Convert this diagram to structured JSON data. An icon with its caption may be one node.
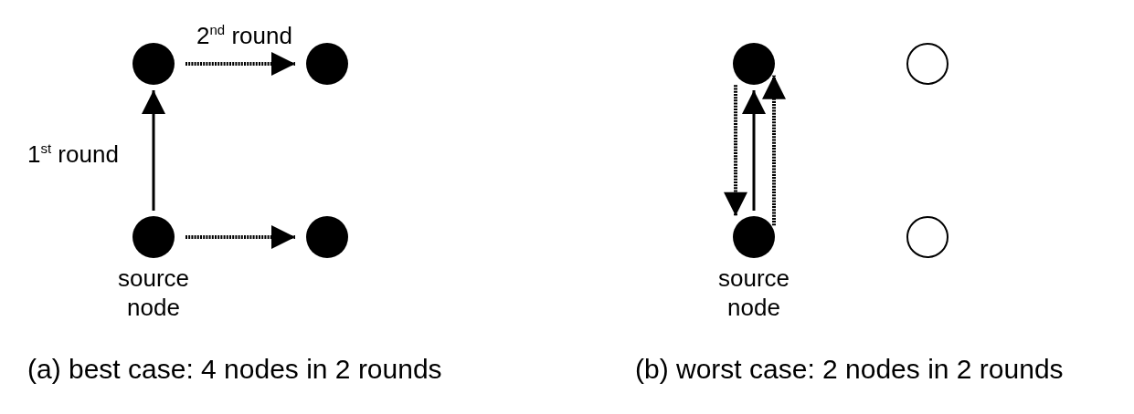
{
  "diagram": {
    "nodes": [
      {
        "text": [],
        "shape": "dot"
      },
      {
        "text": [],
        "shape": "dot"
      },
      {
        "text": [],
        "shape": "dot",
        "beside": [
          "source node"
        ]
      },
      {
        "text": [],
        "shape": "dot"
      },
      {
        "text": [],
        "shape": "dot"
      },
      {
        "text": [],
        "shape": "circle"
      },
      {
        "text": [],
        "shape": "dot",
        "beside": [
          "source node"
        ]
      },
      {
        "text": [],
        "shape": "circle"
      }
    ],
    "edges": [
      {
        "from": 2,
        "to": 0,
        "arrow": "to",
        "label": "1$^{st}$ round"
      },
      {
        "from": 0,
        "to": 1,
        "arrow": "to",
        "style": "dashed",
        "label": "2$^{nd}$ round"
      },
      {
        "from": 2,
        "to": 3,
        "arrow": "to",
        "style": "dashed"
      },
      {
        "from": 4,
        "to": 6,
        "arrow": "to",
        "style": "dashed"
      },
      {
        "from": 6,
        "to": 4,
        "arrow": "to"
      },
      {
        "from": 6,
        "to": 4,
        "arrow": "to",
        "style": "dashed"
      }
    ],
    "labels": [
      "(a) best case: 4 nodes in 2 rounds",
      "(b) worst case: 2 nodes in 2 rounds"
    ]
  }
}
